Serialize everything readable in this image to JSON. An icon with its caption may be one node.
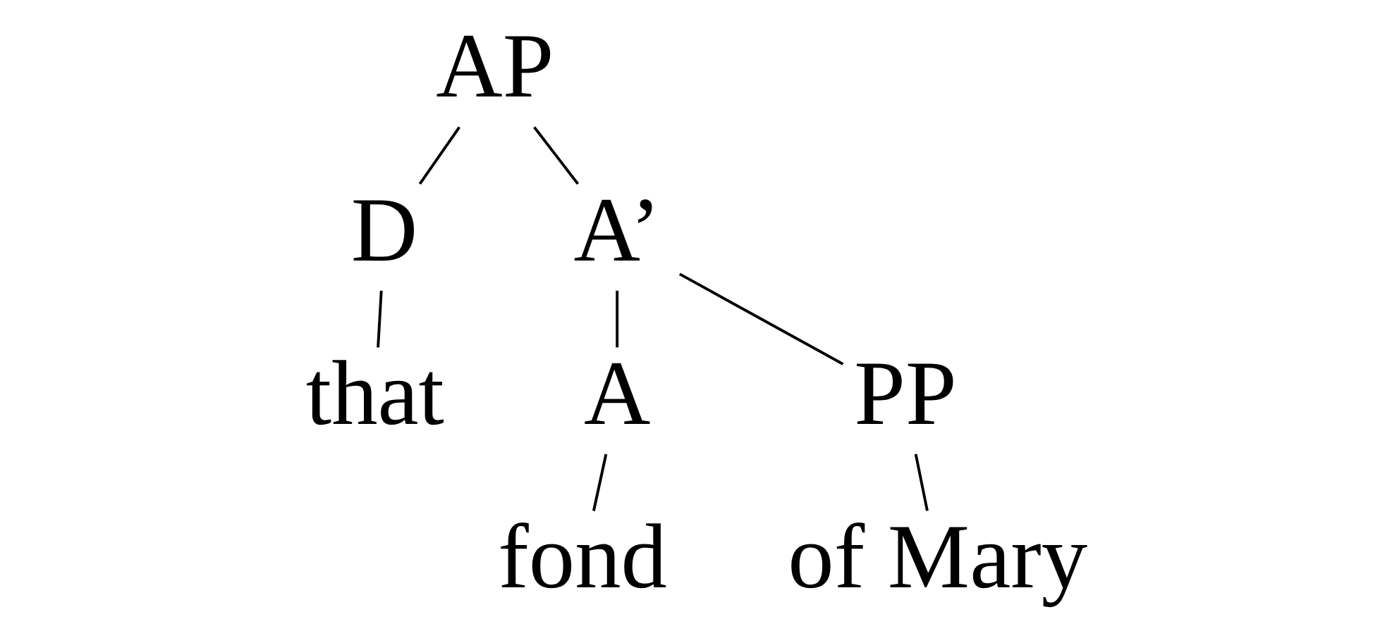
{
  "diagram": {
    "nodes": [
      {
        "text": [
          "AP"
        ]
      },
      {
        "text": [
          "D"
        ]
      },
      {
        "text": [
          "A’"
        ]
      },
      {
        "text": [
          "that"
        ]
      },
      {
        "text": [
          "A"
        ]
      },
      {
        "text": [
          "PP"
        ]
      },
      {
        "text": [
          "fond"
        ]
      },
      {
        "text": [
          "of Mary"
        ]
      }
    ],
    "edges": [
      {
        "from": 0,
        "to": 1,
        "arrow": "none"
      },
      {
        "from": 0,
        "to": 2,
        "arrow": "none"
      },
      {
        "from": 1,
        "to": 3,
        "arrow": "none"
      },
      {
        "from": 2,
        "to": 4,
        "arrow": "none"
      },
      {
        "from": 2,
        "to": 5,
        "arrow": "none"
      },
      {
        "from": 4,
        "to": 6,
        "arrow": "none"
      },
      {
        "from": 5,
        "to": 7,
        "arrow": "none"
      }
    ]
  }
}
